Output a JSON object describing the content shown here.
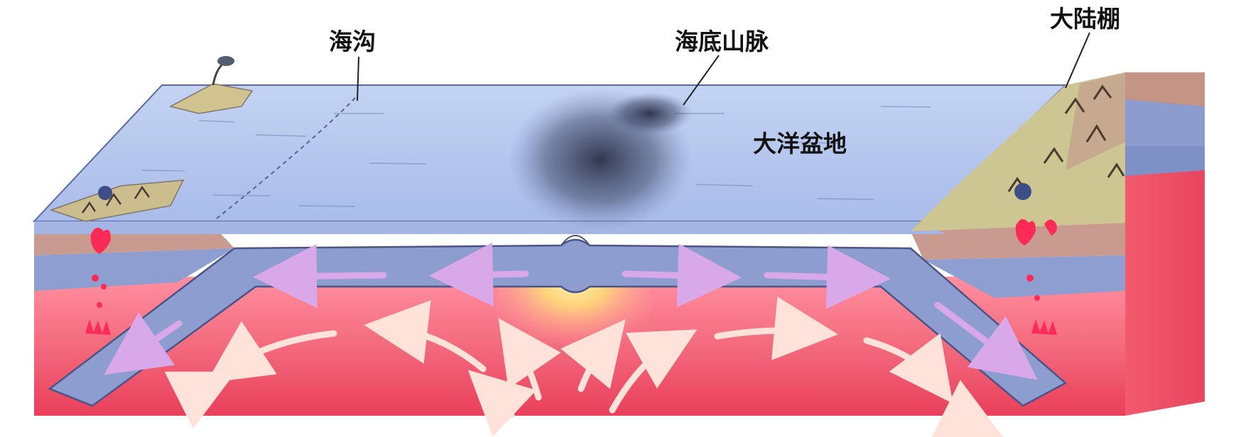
{
  "labels": {
    "trench": "海沟",
    "ridge": "海底山脉",
    "shelf": "大陆棚",
    "basin": "大洋盆地"
  },
  "colors": {
    "ocean": "#b9c9ee",
    "ocean_dark": "#9fb3e3",
    "crust": "#8f9fd0",
    "mantle": "#f0606e",
    "mantle_light": "#ffb0b8",
    "land": "#c9c28a",
    "continent": "#c99a8f",
    "arrow_crust": "#d6a6e6",
    "arrow_mantle": "#ffe0d8",
    "magma": "#ff2a55"
  }
}
